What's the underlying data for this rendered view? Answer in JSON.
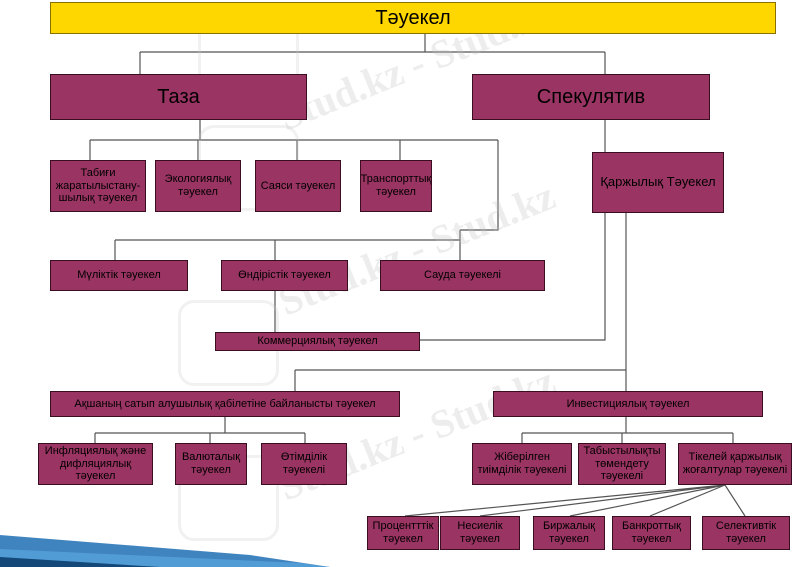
{
  "diagram": {
    "root": "Тәуекел",
    "branches": {
      "pure": "Таза",
      "speculative": "Спекулятив"
    },
    "pure_children": [
      "Табиғи жаратылыстану-шылық тәуекел",
      "Экологиялық тәуекел",
      "Саяси тәуекел",
      "Транспорттық тәуекел"
    ],
    "financial": "Қаржылық Тәуекел",
    "business_children": [
      "Мүліктік тәуекел",
      "Өндірістік тәуекел",
      "Сауда тәуекелі"
    ],
    "commercial": "Коммерциялық тәуекел",
    "purchasing_power": "Ақшаның сатып алушылық қабілетіне байланысты тәуекел",
    "investment": "Инвестициялық тәуекел",
    "purchasing_children": [
      "Инфляциялық және дифляциялық тәуекел",
      "Валюталық тәуекел",
      "Өтімділік тәуекелі"
    ],
    "investment_children": [
      "Жіберілген тиімділік тәуекелі",
      "Табыстылықты төмендету тәуекелі",
      "Тікелей қаржылық жоғалтулар тәуекелі"
    ],
    "direct_loss_children": [
      "Процентттік тәуекел",
      "Несиелік тәуекел",
      "Биржалық тәуекел",
      "Банкроттық тәуекел",
      "Селективтік тәуекел"
    ]
  },
  "watermark": "Stud.kz - Stud.kz",
  "colors": {
    "root_fill": "#ffd700",
    "box_fill": "#9a3462",
    "box_border": "#3a0d20",
    "connector": "#555555",
    "accent_arrow": "#1f6fb4"
  }
}
